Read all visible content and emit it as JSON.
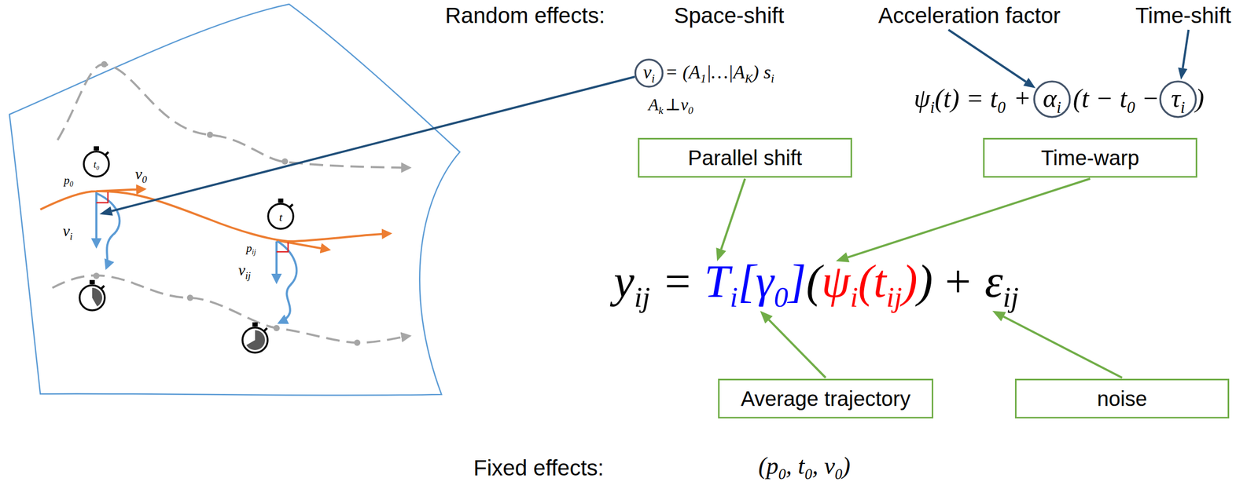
{
  "diagram": {
    "nodes": [
      {
        "text": [
          "Parallel shift"
        ]
      },
      {
        "text": [
          "Time-warp"
        ]
      },
      {
        "text": [
          "Average trajectory"
        ]
      },
      {
        "text": [
          "noise"
        ]
      }
    ],
    "labels": [
      "Random effects:",
      "Space-shift",
      "Acceleration factor",
      "Time-shift",
      "v",
      "i",
      "= (A",
      "1",
      "|…|A",
      "K",
      ") s",
      "i",
      "A",
      "k",
      "⊥v",
      "0",
      "ψ",
      "i",
      "(t) = t",
      "0",
      "+",
      "α",
      "i",
      "(t − t",
      "0",
      "−",
      "τ",
      "i",
      ")",
      "y",
      "ij",
      "=",
      "T",
      "i",
      "[γ",
      "0",
      "]",
      "(",
      "ψ",
      "i",
      "(t",
      "ij",
      ")",
      ")",
      "+ ε",
      "ij",
      "Fixed effects:",
      "(p",
      "0",
      ", t",
      "0",
      ", v",
      "0",
      ")",
      "t",
      "0",
      "v",
      "0",
      "p",
      "0",
      "v",
      "i",
      "t",
      "p",
      "ij",
      "v",
      "ij"
    ]
  }
}
